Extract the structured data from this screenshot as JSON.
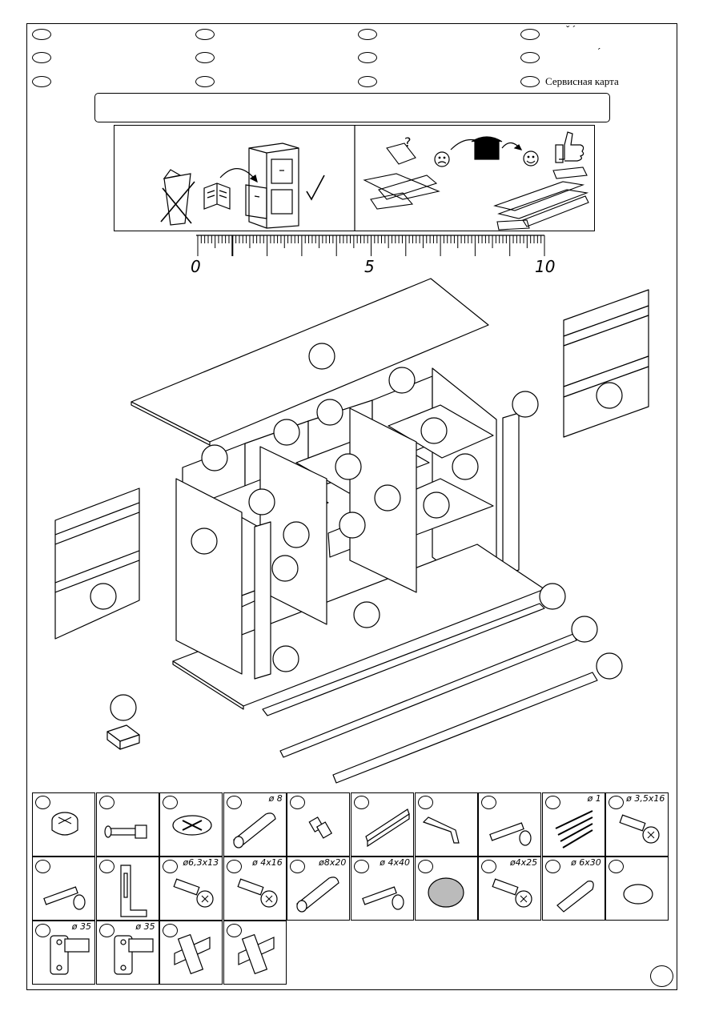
{
  "header": {
    "service_card_label": "Сервисная карта",
    "accent_marks_row1": "ˇ   ˊ",
    "accent_mark_row2": "ˊ"
  },
  "ruler": {
    "labels": [
      "0",
      "5",
      "10"
    ]
  },
  "hardware": [
    {
      "id": "A",
      "dim": "",
      "icon": "cam-lock-icon"
    },
    {
      "id": "B",
      "dim": "",
      "icon": "cam-bolt-icon"
    },
    {
      "id": "C",
      "dim": "",
      "icon": "cam-cover-icon"
    },
    {
      "id": "D",
      "dim": "ø 8",
      "icon": "wood-dowel-icon"
    },
    {
      "id": "E",
      "dim": "",
      "icon": "shelf-pin-icon"
    },
    {
      "id": "F",
      "dim": "",
      "icon": "back-panel-strip-icon"
    },
    {
      "id": "G",
      "dim": "",
      "icon": "allen-key-icon"
    },
    {
      "id": "H",
      "dim": "",
      "icon": "confirmat-screw-icon"
    },
    {
      "id": "I",
      "dim": "ø 1",
      "icon": "nails-icon"
    },
    {
      "id": "J",
      "dim": "ø 3,5x16",
      "icon": "screw-icon"
    },
    {
      "id": "K",
      "dim": "",
      "icon": "long-bolt-icon"
    },
    {
      "id": "L",
      "dim": "",
      "icon": "angle-bracket-icon"
    },
    {
      "id": "M",
      "dim": "ø6,3x13",
      "icon": "euro-screw-icon"
    },
    {
      "id": "N",
      "dim": "ø 4x16",
      "icon": "screw-icon"
    },
    {
      "id": "O",
      "dim": "ø8x20",
      "icon": "wood-dowel-icon"
    },
    {
      "id": "P",
      "dim": "ø 4x40",
      "icon": "long-screw-icon"
    },
    {
      "id": "Q",
      "dim": "",
      "icon": "felt-pad-icon"
    },
    {
      "id": "R",
      "dim": "ø4x25",
      "icon": "screw-icon"
    },
    {
      "id": "S",
      "dim": "ø 6x30",
      "icon": "wall-plug-icon"
    },
    {
      "id": "T",
      "dim": "",
      "icon": "bumper-icon"
    },
    {
      "id": "U",
      "dim": "ø 35",
      "icon": "hinge-icon"
    },
    {
      "id": "V",
      "dim": "ø 35",
      "icon": "hinge-icon"
    },
    {
      "id": "W",
      "dim": "",
      "icon": "hinge-plate-icon"
    },
    {
      "id": "X",
      "dim": "",
      "icon": "hinge-plate-icon"
    }
  ]
}
